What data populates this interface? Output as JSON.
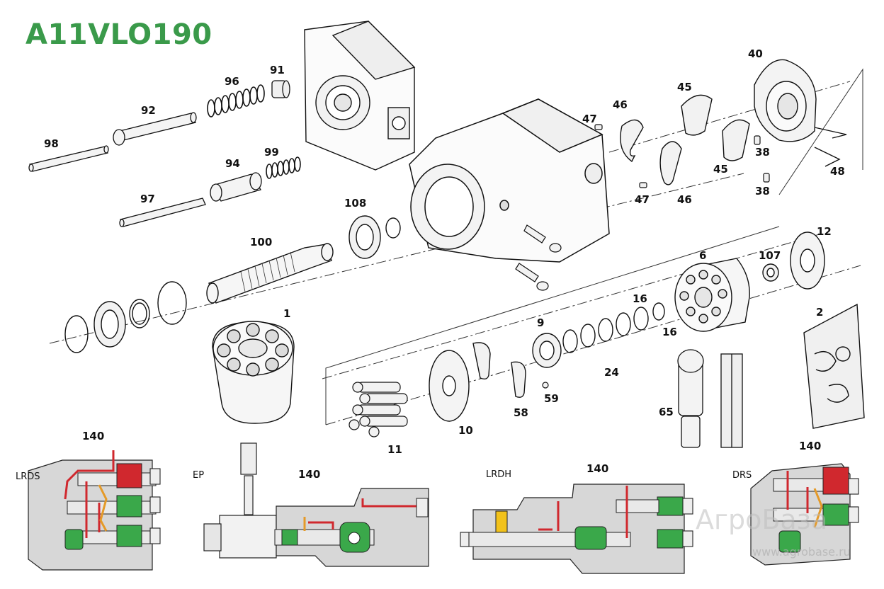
{
  "title": "A11VLO190",
  "parts": {
    "p1": "1",
    "p2": "2",
    "p6": "6",
    "p9": "9",
    "p10": "10",
    "p11": "11",
    "p12": "12",
    "p16a": "16",
    "p16b": "16",
    "p24": "24",
    "p38a": "38",
    "p38b": "38",
    "p40": "40",
    "p45a": "45",
    "p45b": "45",
    "p46a": "46",
    "p46b": "46",
    "p47a": "47",
    "p47b": "47",
    "p48": "48",
    "p58": "58",
    "p59": "59",
    "p65": "65",
    "p91": "91",
    "p92": "92",
    "p94": "94",
    "p96": "96",
    "p97": "97",
    "p98": "98",
    "p99": "99",
    "p100": "100",
    "p107": "107",
    "p108": "108"
  },
  "valves": {
    "lrds": {
      "name": "LRDS",
      "part": "140"
    },
    "ep": {
      "name": "EP",
      "part": "140"
    },
    "lrdh": {
      "name": "LRDH",
      "part": "140"
    },
    "drs": {
      "name": "DRS",
      "part": "140"
    }
  },
  "watermark": {
    "brand": "АгроБаза",
    "url": "www.agrobase.ru"
  },
  "colors": {
    "title": "#3a9a4a",
    "oil_red": "#d0282e",
    "green": "#3aa84a",
    "orange": "#e59a28",
    "yellow": "#f2c21b",
    "housing": "#d7d7d7"
  }
}
